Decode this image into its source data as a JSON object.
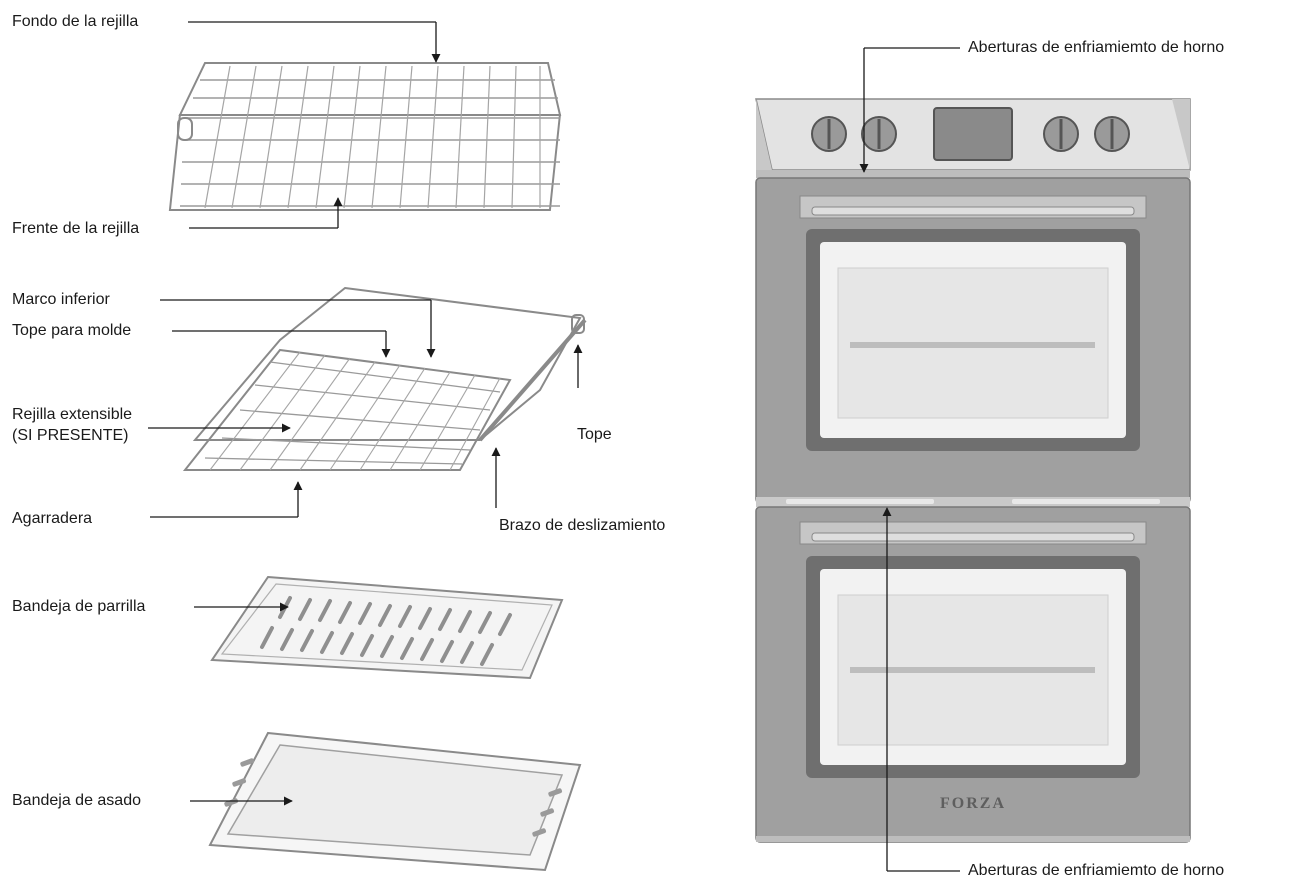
{
  "labels": {
    "rack_back": "Fondo de la rejilla",
    "rack_front": "Frente de la rejilla",
    "lower_frame": "Marco inferior",
    "pan_stop": "Tope para molde",
    "extendable_rack_line1": "Rejilla extensible",
    "extendable_rack_line2": "(SI PRESENTE)",
    "stop": "Tope",
    "handle": "Agarradera",
    "slide_arm": "Brazo de deslizamiento",
    "broil_tray": "Bandeja de parrilla",
    "roasting_pan": "Bandeja de asado",
    "cooling_vents_top": "Aberturas de enfriamiemto de horno",
    "cooling_vents_bottom": "Aberturas de enfriamiemto de horno"
  },
  "oven": {
    "brand": "FORZA"
  },
  "colors": {
    "oven_body": "#9a9a9a",
    "oven_panel": "#dcdcdc",
    "window_frame": "#6f6f6f",
    "window_glass": "#f2f2f2",
    "line": "#1a1a1a"
  }
}
